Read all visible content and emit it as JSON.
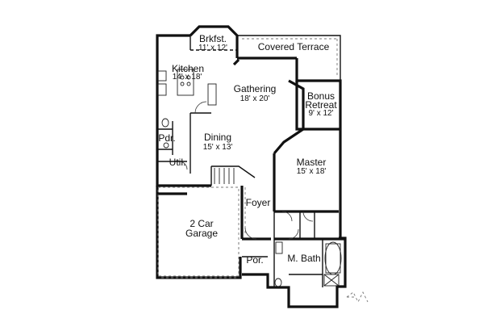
{
  "rooms": {
    "breakfast": {
      "name": "Brkfst.",
      "dims": "11' x 12'"
    },
    "covered_terrace": {
      "name": "Covered Terrace"
    },
    "kitchen": {
      "name": "Kitchen",
      "dims": "14' x 18'"
    },
    "gathering": {
      "name": "Gathering",
      "dims": "18' x 20'"
    },
    "bonus_retreat": {
      "name_line1": "Bonus",
      "name_line2": "Retreat",
      "dims": "9' x 12'"
    },
    "dining": {
      "name": "Dining",
      "dims": "15' x 13'"
    },
    "powder": {
      "name": "Pdr."
    },
    "utility": {
      "name": "Util."
    },
    "master": {
      "name": "Master",
      "dims": "15' x 18'"
    },
    "foyer": {
      "name": "Foyer"
    },
    "garage": {
      "name_line1": "2 Car",
      "name_line2": "Garage"
    },
    "porch": {
      "name": "Por."
    },
    "master_bath": {
      "name": "M. Bath"
    }
  }
}
